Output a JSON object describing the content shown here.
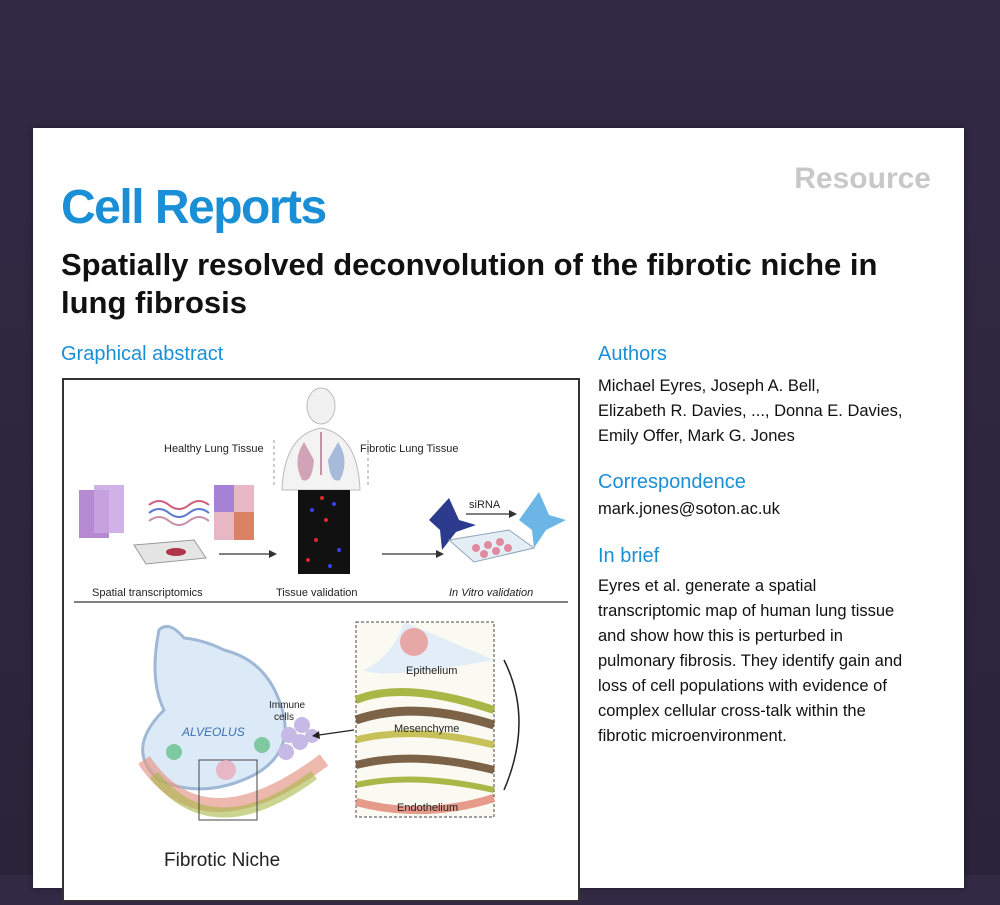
{
  "journal": "Cell Reports",
  "article_type": "Resource",
  "title": "Spatially resolved deconvolution of the fibrotic niche in lung fibrosis",
  "graphical_abstract": {
    "heading": "Graphical abstract",
    "healthy_label": "Healthy Lung Tissue",
    "fibrotic_label": "Fibrotic Lung Tissue",
    "step1_label": "Spatial transcriptomics",
    "step2_label": "Tissue validation",
    "step3_label": "In Vitro validation",
    "sirna_label": "siRNA",
    "alveolus_label": "ALVEOLUS",
    "immune_label_1": "Immune",
    "immune_label_2": "cells",
    "epithelium_label": "Epithelium",
    "mesenchyme_label": "Mesenchyme",
    "endothelium_label": "Endothelium",
    "niche_label": "Fibrotic Niche"
  },
  "authors": {
    "heading": "Authors",
    "line1": "Michael Eyres, Joseph A. Bell,",
    "line2": "Elizabeth R. Davies, ..., Donna E. Davies,",
    "line3": "Emily Offer, Mark G. Jones"
  },
  "correspondence": {
    "heading": "Correspondence",
    "email": "mark.jones@soton.ac.uk"
  },
  "in_brief": {
    "heading": "In brief",
    "lines": [
      "Eyres et al. generate a spatial",
      "transcriptomic map of human lung tissue",
      "and show how this is perturbed in",
      "pulmonary fibrosis. They identify gain and",
      "loss of cell populations with evidence of",
      "complex cellular cross-talk within the",
      "fibrotic microenvironment."
    ]
  }
}
